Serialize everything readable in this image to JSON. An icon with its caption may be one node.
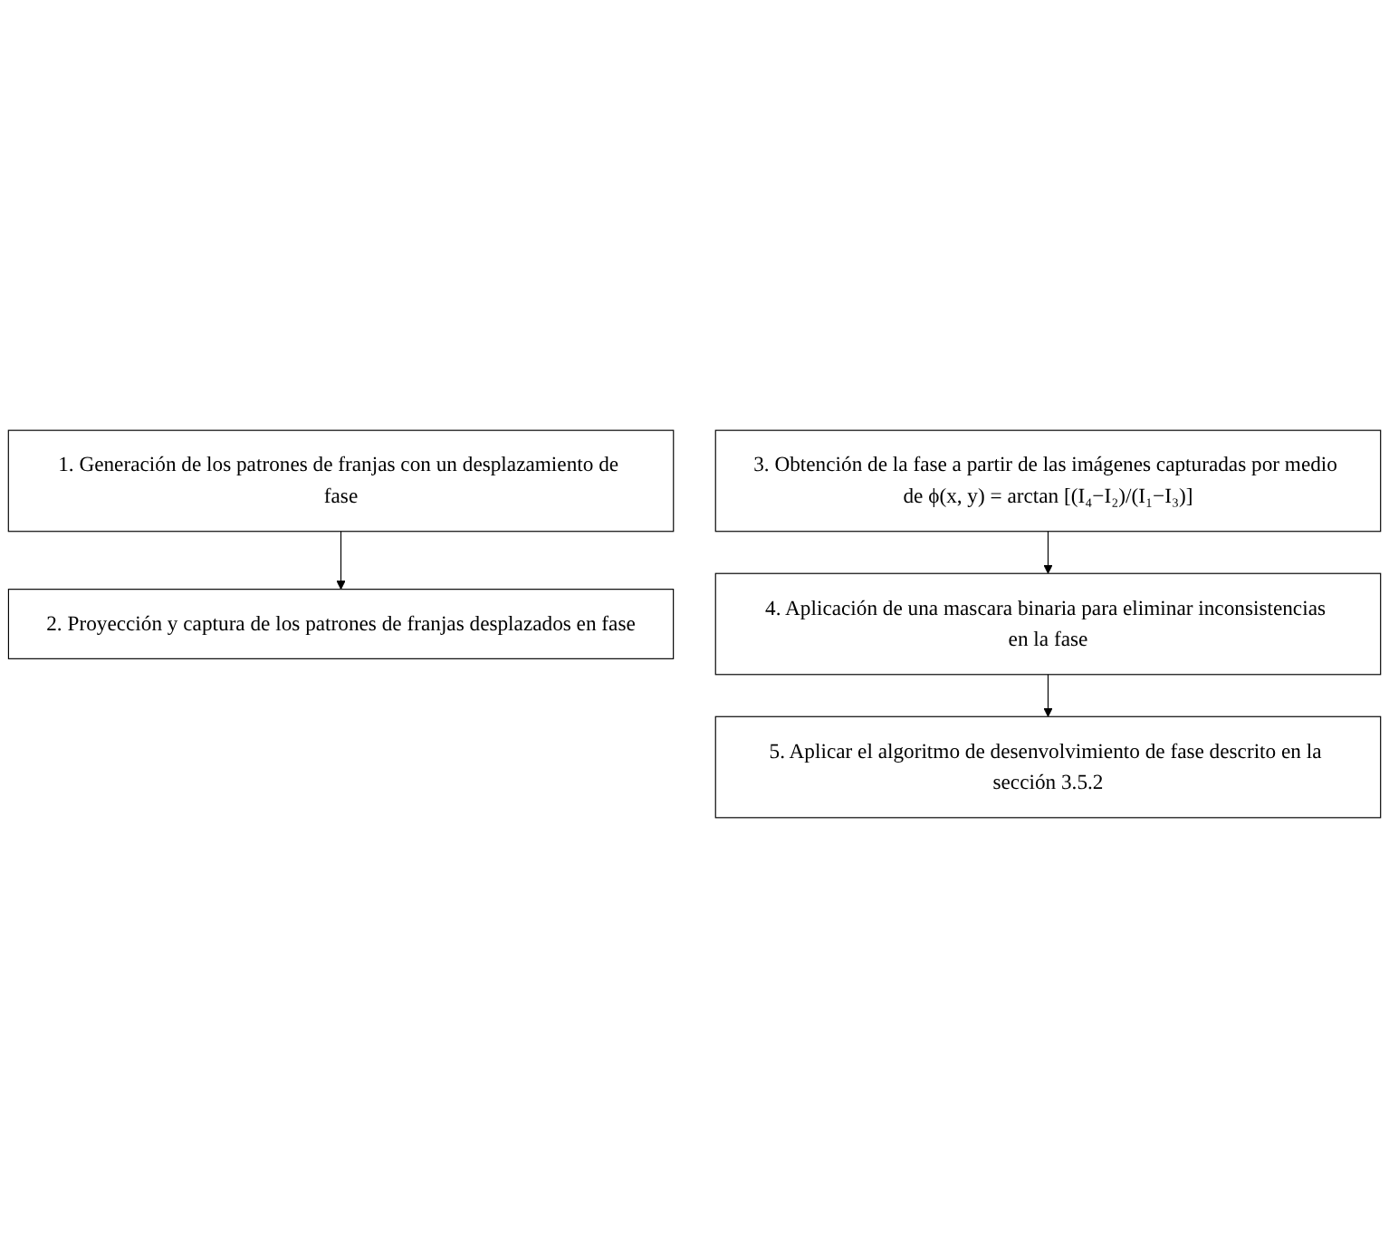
{
  "diagram": {
    "nodes": [
      {
        "text": [
          "1. Generación de los patrones de franjas con un desplazamiento de fase"
        ]
      },
      {
        "text": [
          "2. Proyección y captura de los patrones de franjas desplazados en fase"
        ]
      },
      {
        "text": [
          "3. Obtención de la fase a partir de las imágenes capturadas por medio de ϕ(x, y) = arctan [(I₄−I₂)/(I₁−I₃)]"
        ]
      },
      {
        "text": [
          "4. Aplicación de una mascara binaria para eliminar inconsistencias en la fase"
        ]
      },
      {
        "text": [
          "5. Aplicar el algoritmo de desenvolvimiento de fase descrito en la sección 3.5.2"
        ]
      }
    ],
    "edges": [
      {
        "from": 0,
        "to": 1,
        "arrow": "to"
      },
      {
        "from": 2,
        "to": 3,
        "arrow": "to"
      },
      {
        "from": 3,
        "to": 4,
        "arrow": "to"
      }
    ]
  }
}
